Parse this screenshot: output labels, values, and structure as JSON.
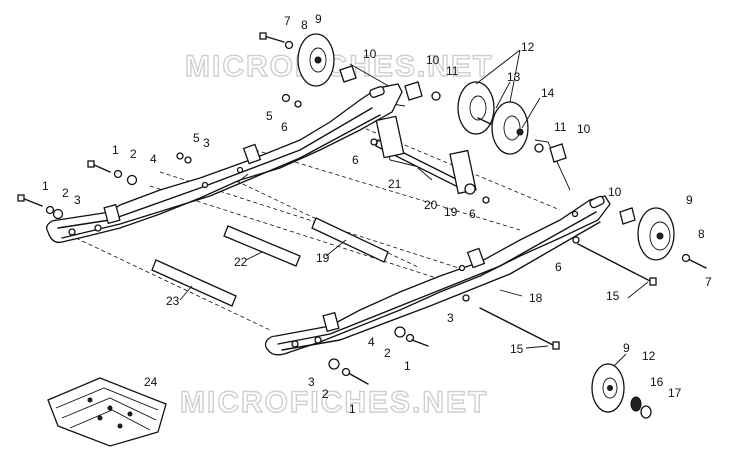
{
  "watermark": "MICROFICHES.NET",
  "callouts": [
    {
      "id": "c1",
      "text": "7"
    },
    {
      "id": "c2",
      "text": "8"
    },
    {
      "id": "c3",
      "text": "9"
    },
    {
      "id": "c4",
      "text": "10"
    },
    {
      "id": "c5",
      "text": "12"
    },
    {
      "id": "c6",
      "text": "10"
    },
    {
      "id": "c7",
      "text": "11"
    },
    {
      "id": "c8",
      "text": "13"
    },
    {
      "id": "c9",
      "text": "14"
    },
    {
      "id": "c10",
      "text": "5"
    },
    {
      "id": "c11",
      "text": "6"
    },
    {
      "id": "c12",
      "text": "11"
    },
    {
      "id": "c13",
      "text": "10"
    },
    {
      "id": "c14",
      "text": "1"
    },
    {
      "id": "c15",
      "text": "2"
    },
    {
      "id": "c16",
      "text": "4"
    },
    {
      "id": "c17",
      "text": "5"
    },
    {
      "id": "c18",
      "text": "3"
    },
    {
      "id": "c19",
      "text": "6"
    },
    {
      "id": "c20",
      "text": "21"
    },
    {
      "id": "c21",
      "text": "1"
    },
    {
      "id": "c22",
      "text": "2"
    },
    {
      "id": "c23",
      "text": "3"
    },
    {
      "id": "c24",
      "text": "20"
    },
    {
      "id": "c25",
      "text": "19"
    },
    {
      "id": "c26",
      "text": "6"
    },
    {
      "id": "c27",
      "text": "10"
    },
    {
      "id": "c28",
      "text": "9"
    },
    {
      "id": "c29",
      "text": "8"
    },
    {
      "id": "c30",
      "text": "22"
    },
    {
      "id": "c31",
      "text": "19"
    },
    {
      "id": "c32",
      "text": "6"
    },
    {
      "id": "c33",
      "text": "7"
    },
    {
      "id": "c34",
      "text": "15"
    },
    {
      "id": "c35",
      "text": "23"
    },
    {
      "id": "c36",
      "text": "18"
    },
    {
      "id": "c37",
      "text": "3"
    },
    {
      "id": "c38",
      "text": "4"
    },
    {
      "id": "c39",
      "text": "2"
    },
    {
      "id": "c40",
      "text": "1"
    },
    {
      "id": "c41",
      "text": "15"
    },
    {
      "id": "c42",
      "text": "9"
    },
    {
      "id": "c43",
      "text": "12"
    },
    {
      "id": "c44",
      "text": "24"
    },
    {
      "id": "c45",
      "text": "3"
    },
    {
      "id": "c46",
      "text": "2"
    },
    {
      "id": "c47",
      "text": "16"
    },
    {
      "id": "c48",
      "text": "17"
    },
    {
      "id": "c49",
      "text": "1"
    }
  ]
}
